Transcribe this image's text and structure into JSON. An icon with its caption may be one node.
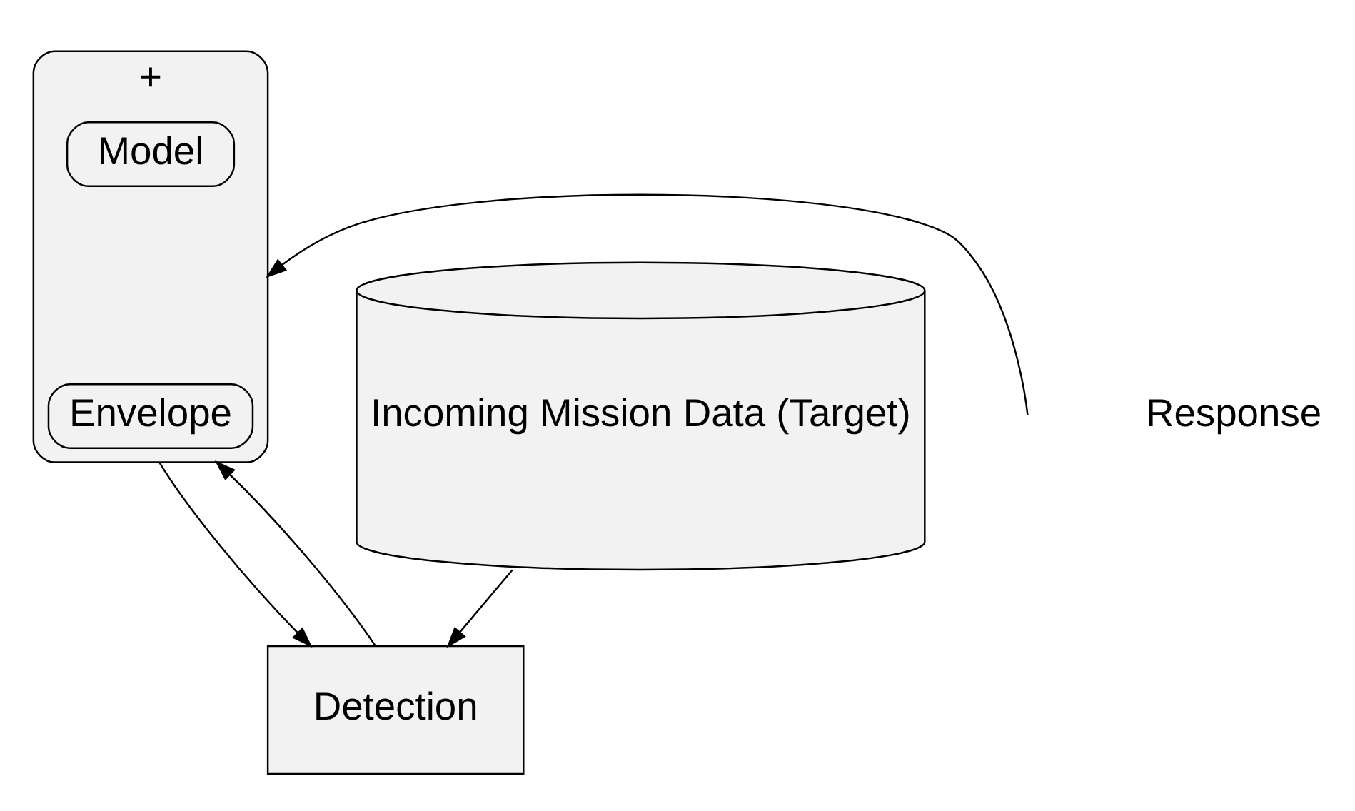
{
  "diagram": {
    "nodes": [
      {
        "text": [
          "+"
        ]
      },
      {
        "text": [
          "Model"
        ],
        "in": 0
      },
      {
        "text": [
          "Envelope"
        ],
        "in": 0
      },
      {
        "text": [
          "Incoming Mission Data (Target)"
        ]
      },
      {
        "text": [
          "Detection"
        ]
      }
    ],
    "edges": [
      {
        "from": null,
        "to": 0,
        "arrow": "to"
      },
      {
        "from": 0,
        "to": 4,
        "arrow": "to"
      },
      {
        "from": 3,
        "to": 4,
        "arrow": "to"
      },
      {
        "from": 4,
        "to": 0,
        "arrow": "to"
      }
    ],
    "labels": [
      "Response"
    ]
  }
}
